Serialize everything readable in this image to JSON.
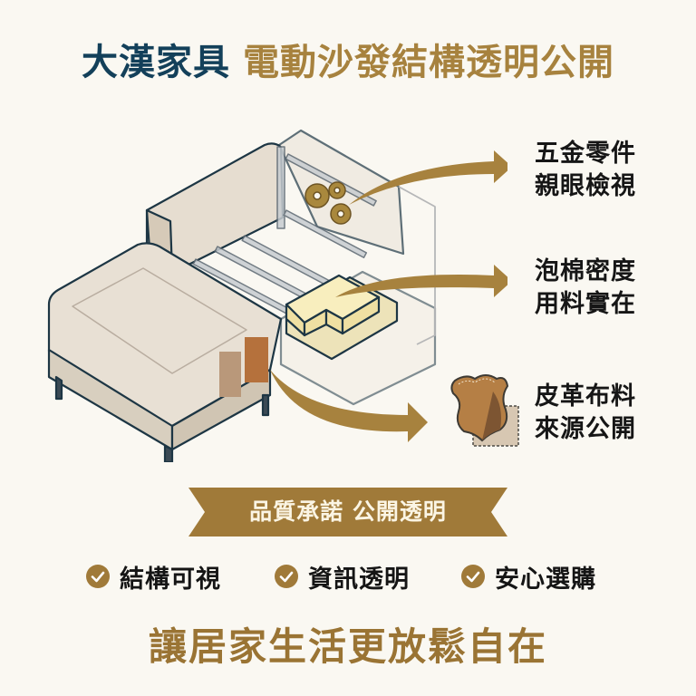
{
  "header": {
    "brand": "大漢家具",
    "headline": "電動沙發結構透明公開"
  },
  "features": [
    {
      "lines": [
        "五金零件",
        "親眼檢視"
      ],
      "icon": "arrow-right-icon"
    },
    {
      "lines": [
        "泡棉密度",
        "用料實在"
      ],
      "icon": "arrow-right-icon"
    },
    {
      "lines": [
        "皮革布料",
        "來源公開"
      ],
      "icon": "leather-swatch-icon"
    }
  ],
  "banner": {
    "text": "品質承諾 公開透明"
  },
  "checks": [
    {
      "label": "結構可視",
      "icon": "check-circle-icon"
    },
    {
      "label": "資訊透明",
      "icon": "check-circle-icon"
    },
    {
      "label": "安心選購",
      "icon": "check-circle-icon"
    }
  ],
  "slogan": "讓居家生活更放鬆自在",
  "colors": {
    "background": "#faf8f2",
    "brand_navy": "#13405a",
    "gold": "#a7823e",
    "gold_dark": "#9a7434",
    "text_dark": "#161616",
    "foam_yellow": "#f4e7b0",
    "leather_brown": "#a8743e"
  }
}
